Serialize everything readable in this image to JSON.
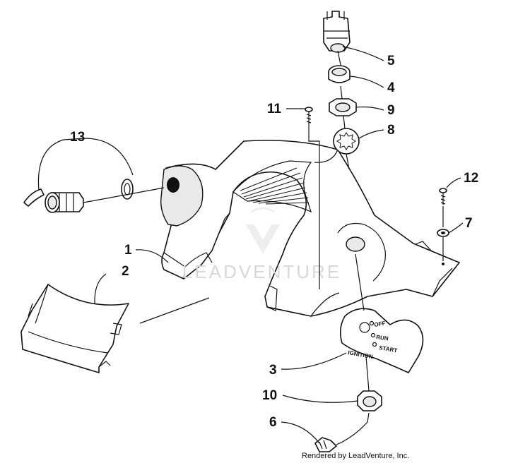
{
  "watermark": "LEADVENTURE",
  "credit": "Rendered by LeadVenture, Inc.",
  "ignition_switch": {
    "label": "IGNITION",
    "positions": [
      "OFF",
      "RUN",
      "START"
    ]
  },
  "callouts": [
    {
      "id": "1",
      "text": "1"
    },
    {
      "id": "2",
      "text": "2"
    },
    {
      "id": "3",
      "text": "3"
    },
    {
      "id": "4",
      "text": "4"
    },
    {
      "id": "5",
      "text": "5"
    },
    {
      "id": "6",
      "text": "6"
    },
    {
      "id": "7",
      "text": "7"
    },
    {
      "id": "8",
      "text": "8"
    },
    {
      "id": "9",
      "text": "9"
    },
    {
      "id": "10",
      "text": "10"
    },
    {
      "id": "11",
      "text": "11"
    },
    {
      "id": "12",
      "text": "12"
    },
    {
      "id": "13",
      "text": "13"
    }
  ]
}
